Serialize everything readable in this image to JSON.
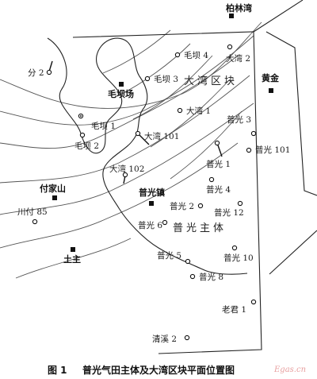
{
  "figure": {
    "caption_number": "图 1",
    "caption_text": "普光气田主体及大湾区块平面位置图",
    "watermark": "Egas.cn"
  },
  "blocks": {
    "dawan": "大湾区块",
    "puguang": "普光主体"
  },
  "towns": {
    "bailinwan": "柏林湾",
    "huangjin": "黄金",
    "maobachang": "毛坝场",
    "fujiashan": "付家山",
    "puguangzhen": "普光镇",
    "tuzhu": "土主"
  },
  "wells": {
    "fen2": "分 2",
    "maoba4": "毛坝 4",
    "dawan2": "大湾 2",
    "maoba3": "毛坝 3",
    "dawan1": "大湾 1",
    "puguang3": "普光 3",
    "maoba1": "毛坝 1",
    "dawan101": "大湾 101",
    "maoba2": "毛坝 2",
    "puguang101": "普光 101",
    "puguang1": "普光 1",
    "dawan102": "大湾 102",
    "puguang4": "普光 4",
    "puguang2": "普光 2",
    "puguang12": "普光 12",
    "chuanfu85": "川付 85",
    "puguang6": "普光 6",
    "puguang5": "普光 5",
    "puguang10": "普光 10",
    "puguang8": "普光 8",
    "laojun1": "老君 1",
    "qingxi2": "清溪 2"
  }
}
